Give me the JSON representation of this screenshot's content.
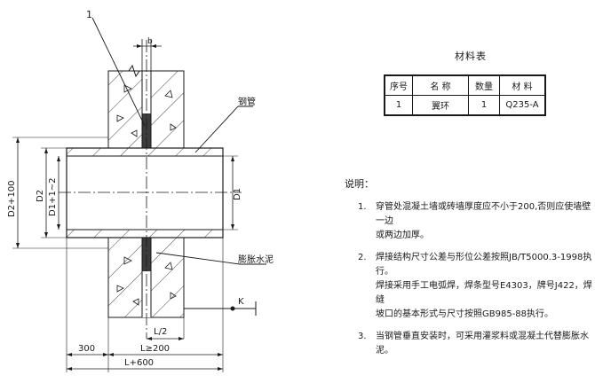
{
  "drawing": {
    "labels": {
      "part_no": "1",
      "b": "b",
      "steel_pipe": "钢管",
      "expansion_cement": "膨胀水泥",
      "d2_plus_100": "D2+100",
      "d2": "D2",
      "d1_plus": "D1+1~2",
      "d1": "D1",
      "l_ge_200": "L≥200",
      "l_half": "L/2",
      "dim_300": "300",
      "l_plus_600": "L+600",
      "k": "K"
    }
  },
  "material_table": {
    "title": "材料表",
    "headers": [
      "序号",
      "名 称",
      "数量",
      "材 料"
    ],
    "rows": [
      [
        "1",
        "翼环",
        "1",
        "Q235-A"
      ]
    ]
  },
  "notes": {
    "heading": "说明：",
    "items": [
      {
        "num": "1.",
        "lines": [
          "穿管处混凝土墙或砖墙厚度应不小于200,否则应使墙壁一边",
          "或两边加厚。"
        ]
      },
      {
        "num": "2.",
        "lines": [
          "焊接结构尺寸公差与形位公差按照JB/T5000.3-1998执行。",
          "焊接采用手工电弧焊，焊条型号E4303，牌号J422，焊缝",
          "坡口的基本形式与尺寸按照GB985-88执行。"
        ]
      },
      {
        "num": "3.",
        "lines": [
          "当钢管垂直安装时，可采用灌浆料或混凝土代替膨胀水泥。"
        ]
      }
    ]
  }
}
